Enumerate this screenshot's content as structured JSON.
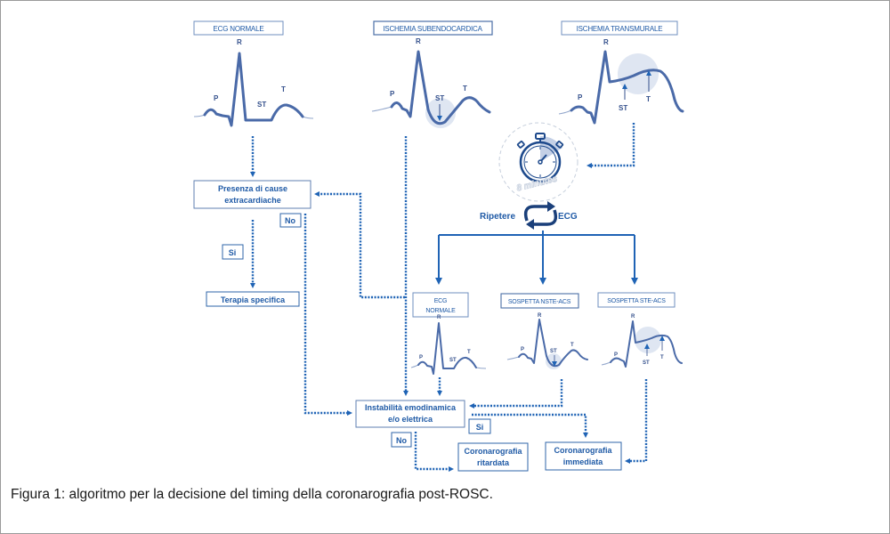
{
  "top_panels": [
    {
      "title": "ECG NORMALE",
      "labels": {
        "p": "P",
        "r": "R",
        "st": "ST",
        "t": "T"
      }
    },
    {
      "title": "ISCHEMIA SUBENDOCARDICA",
      "labels": {
        "p": "P",
        "r": "R",
        "st": "ST",
        "t": "T"
      }
    },
    {
      "title": "ISCHEMIA TRANSMURALE",
      "labels": {
        "p": "P",
        "r": "R",
        "st": "ST",
        "t": "T"
      }
    }
  ],
  "timer": {
    "label": "8 minutes"
  },
  "repeat": {
    "left": "Ripetere",
    "right": "ECG"
  },
  "boxes": {
    "presenza": [
      "Presenza di cause",
      "extracardiache"
    ],
    "terapia": "Terapia specifica",
    "instabilita": [
      "Instabilità emodinamica",
      "e/o elettrica"
    ],
    "coro_ritardata": [
      "Coronarografia",
      "ritardata"
    ],
    "coro_immediata": [
      "Coronarografia",
      "immediata"
    ]
  },
  "branch_tags": {
    "presenza_no": "No",
    "presenza_si": "Si",
    "instab_si": "Si",
    "instab_no": "No"
  },
  "bottom_panels": [
    {
      "title": [
        "ECG",
        "NORMALE"
      ],
      "labels": {
        "p": "P",
        "r": "R",
        "st": "ST",
        "t": "T"
      }
    },
    {
      "title": [
        "SOSPETTA NSTE-ACS"
      ],
      "labels": {
        "p": "P",
        "r": "R",
        "st": "ST",
        "t": "T"
      }
    },
    {
      "title": [
        "SOSPETTA STE-ACS"
      ],
      "labels": {
        "p": "P",
        "r": "R",
        "st": "ST",
        "t": "T"
      }
    }
  ],
  "caption": "Figura 1: algoritmo per la decisione del timing della coronarografia post-ROSC.",
  "colors": {
    "accent": "#1f63b5",
    "wave": "#4a6aa8",
    "box_border": "#2f65a8",
    "frame": "#9a9a9a"
  }
}
